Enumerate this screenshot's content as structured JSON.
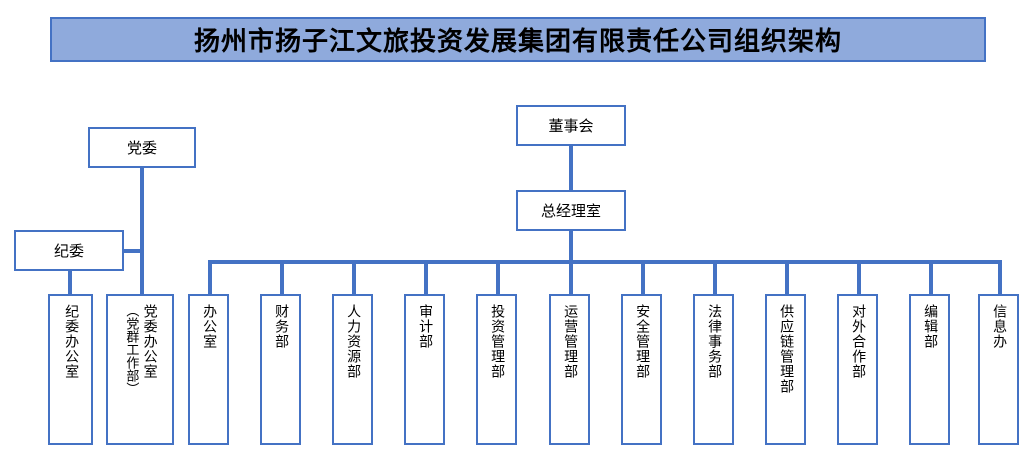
{
  "title": {
    "text": "扬州市扬子江文旅投资发展集团有限责任公司组织架构"
  },
  "colors": {
    "border": "#4472C4",
    "title_fill": "#8FAADC",
    "line": "#4472C4",
    "text": "#000000",
    "background": "#FFFFFF"
  },
  "nodes": {
    "board": {
      "label": "董事会"
    },
    "general_manager": {
      "label": "总经理室"
    },
    "party_committee": {
      "label": "党委"
    },
    "discipline_committee": {
      "label": "纪委"
    }
  },
  "departments": [
    {
      "label": "纪委办公室",
      "sub": ""
    },
    {
      "label": "党委办公室",
      "sub": "（党群工作部）"
    },
    {
      "label": "办公室",
      "sub": ""
    },
    {
      "label": "财务部",
      "sub": ""
    },
    {
      "label": "人力资源部",
      "sub": ""
    },
    {
      "label": "审计部",
      "sub": ""
    },
    {
      "label": "投资管理部",
      "sub": ""
    },
    {
      "label": "运营管理部",
      "sub": ""
    },
    {
      "label": "安全管理部",
      "sub": ""
    },
    {
      "label": "法律事务部",
      "sub": ""
    },
    {
      "label": "供应链管理部",
      "sub": ""
    },
    {
      "label": "对外合作部",
      "sub": ""
    },
    {
      "label": "编辑部",
      "sub": ""
    },
    {
      "label": "信息办",
      "sub": ""
    }
  ]
}
